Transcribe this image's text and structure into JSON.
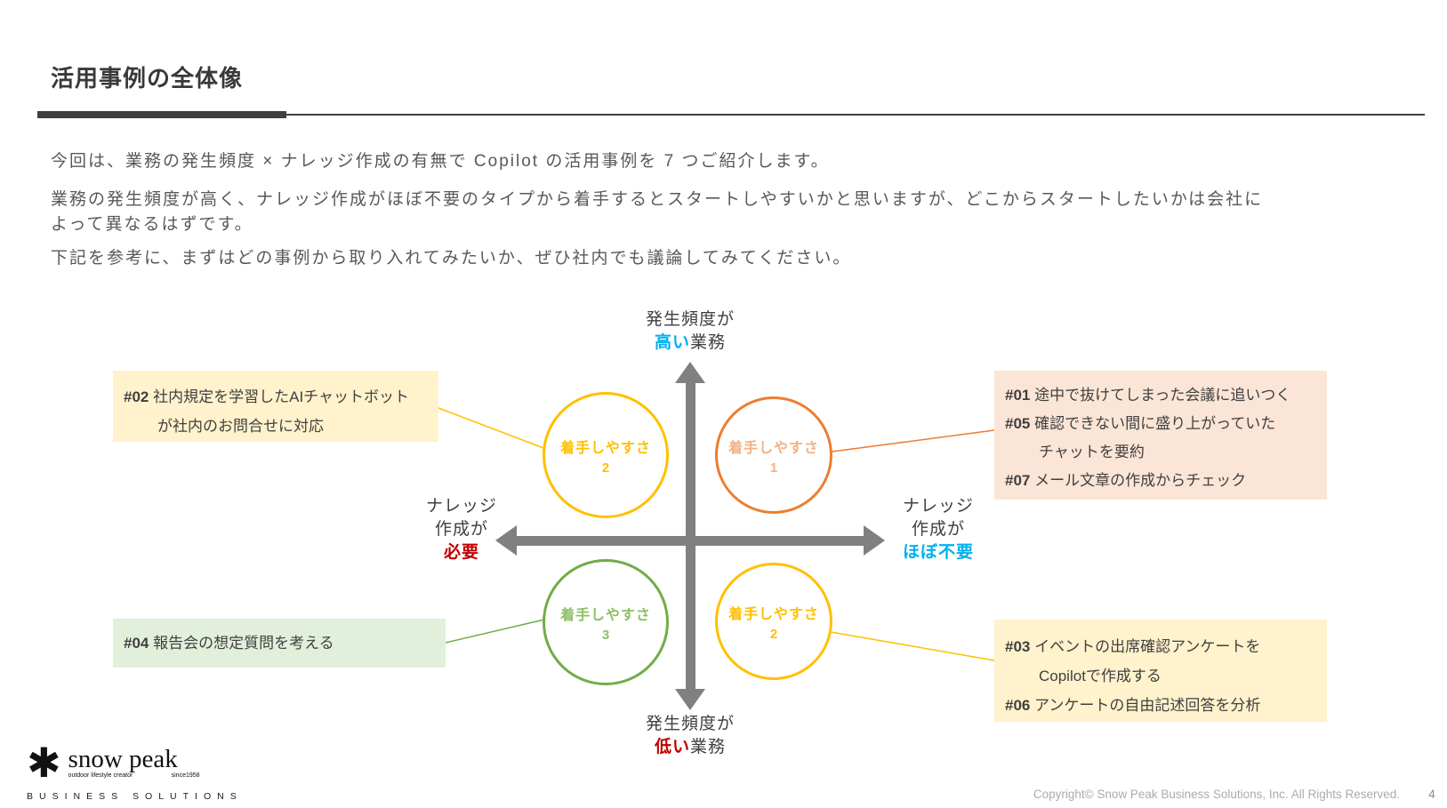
{
  "slide": {
    "title": "活用事例の全体像"
  },
  "intro": {
    "line1": "今回は、業務の発生頻度 × ナレッジ作成の有無で Copilot の活用事例を 7 つご紹介します。",
    "line2": "業務の発生頻度が高く、ナレッジ作成がほぼ不要のタイプから着手するとスタートしやすいかと思いますが、どこからスタートしたいかは会社によって異なるはずです。",
    "line3": "下記を参考に、まずはどの事例から取り入れてみたいか、ぜひ社内でも議論してみてください。"
  },
  "axes": {
    "top": {
      "prefix": "発生頻度が",
      "highlight": "高い",
      "suffix": "業務"
    },
    "bottom": {
      "prefix": "発生頻度が",
      "highlight": "低い",
      "suffix": "業務"
    },
    "left": {
      "line1": "ナレッジ",
      "line2": "作成が",
      "highlight": "必要"
    },
    "right": {
      "line1": "ナレッジ",
      "line2": "作成が",
      "highlight": "ほぼ不要"
    }
  },
  "circles": [
    {
      "quadrant": "top-left",
      "label": "着手しやすさ",
      "score": "2",
      "color": "#FFC000"
    },
    {
      "quadrant": "top-right",
      "label": "着手しやすさ",
      "score": "1",
      "color": "#ED7D31"
    },
    {
      "quadrant": "bottom-left",
      "label": "着手しやすさ",
      "score": "3",
      "color": "#70AD47"
    },
    {
      "quadrant": "bottom-right",
      "label": "着手しやすさ",
      "score": "2",
      "color": "#FFC000"
    }
  ],
  "callouts": {
    "top_left": {
      "bg": "#FFF2CC",
      "items": [
        {
          "tag": "#02",
          "line1": "社内規定を学習したAIチャットボット",
          "line2": "が社内のお問合せに対応"
        }
      ]
    },
    "top_right": {
      "bg": "#FBE5D6",
      "items": [
        {
          "tag": "#01",
          "line1": "途中で抜けてしまった会議に追いつく"
        },
        {
          "tag": "#05",
          "line1": "確認できない間に盛り上がっていた",
          "line2": "チャットを要約"
        },
        {
          "tag": "#07",
          "line1": "メール文章の作成からチェック"
        }
      ]
    },
    "bottom_left": {
      "bg": "#E2EFDA",
      "items": [
        {
          "tag": "#04",
          "line1": "報告会の想定質問を考える"
        }
      ]
    },
    "bottom_right": {
      "bg": "#FFF2CC",
      "items": [
        {
          "tag": "#03",
          "line1": "イベントの出席確認アンケートを",
          "line2": "Copilotで作成する"
        },
        {
          "tag": "#06",
          "line1": "アンケートの自由記述回答を分析"
        }
      ]
    }
  },
  "footer": {
    "logo": {
      "symbol": "✱",
      "brand": "snow peak",
      "tagline": "outdoor lifestyle creator",
      "since": "since1958",
      "division": "BUSINESS SOLUTIONS"
    },
    "copyright": "Copyright© Snow Peak Business Solutions, Inc. All Rights Reserved.",
    "page_number": "4"
  },
  "colors": {
    "highlight_blue": "#00B0F0",
    "highlight_red": "#C00000",
    "gold": "#FFC000",
    "orange": "#ED7D31",
    "orange_light": "#F4B183",
    "green": "#70AD47",
    "green_light": "#8CC063",
    "box_yellow": "#FFF2CC",
    "box_salmon": "#FBE5D6",
    "box_green": "#E2EFDA",
    "arrow_gray": "#808080",
    "title_dark": "#3B3838",
    "body_text": "#595959",
    "callout_text": "#404040"
  }
}
